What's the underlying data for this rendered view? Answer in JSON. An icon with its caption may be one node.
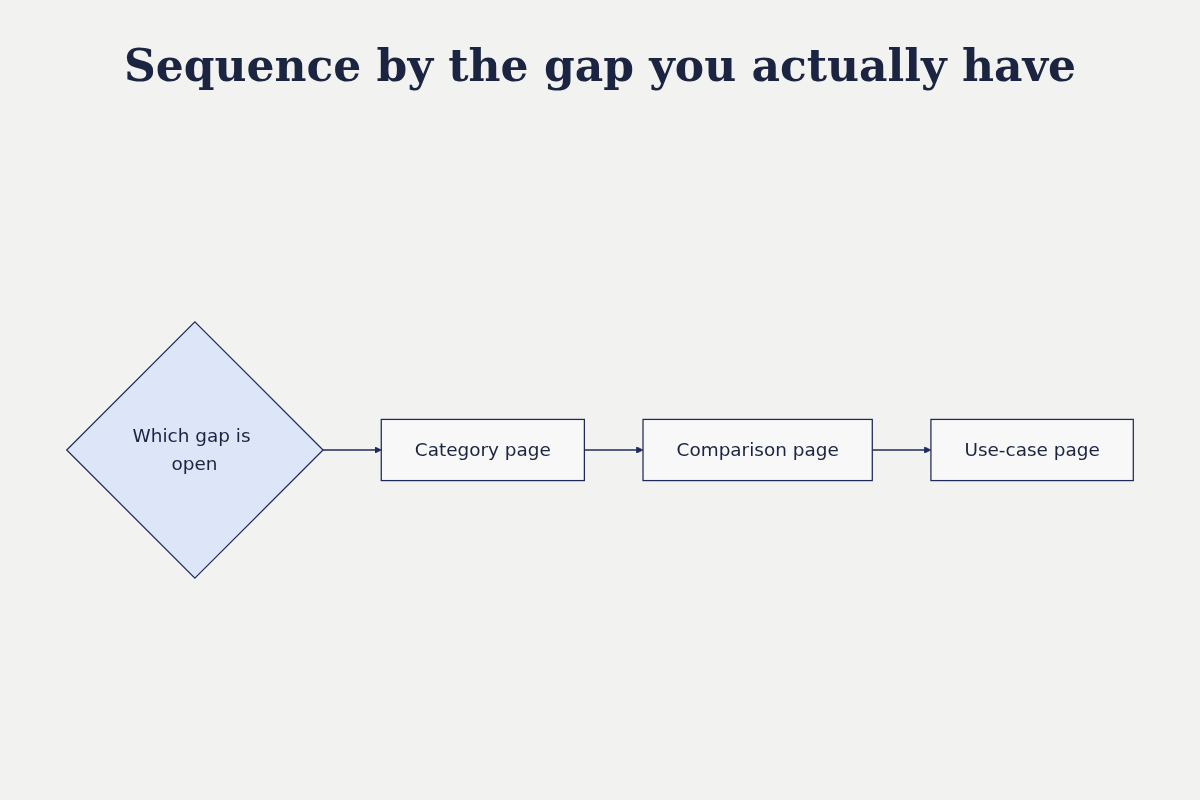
{
  "diagram": {
    "title": "Sequence by the gap you actually have",
    "nodes": [
      {
        "text": [
          "Which gap is open"
        ]
      },
      {
        "text": [
          "Category page"
        ]
      },
      {
        "text": [
          "Comparison page"
        ]
      },
      {
        "text": [
          "Use-case page"
        ]
      }
    ],
    "edges": [
      {
        "from": 0,
        "to": 1,
        "arrow": "to"
      },
      {
        "from": 1,
        "to": 2,
        "arrow": "to"
      },
      {
        "from": 2,
        "to": 3,
        "arrow": "to"
      }
    ]
  }
}
